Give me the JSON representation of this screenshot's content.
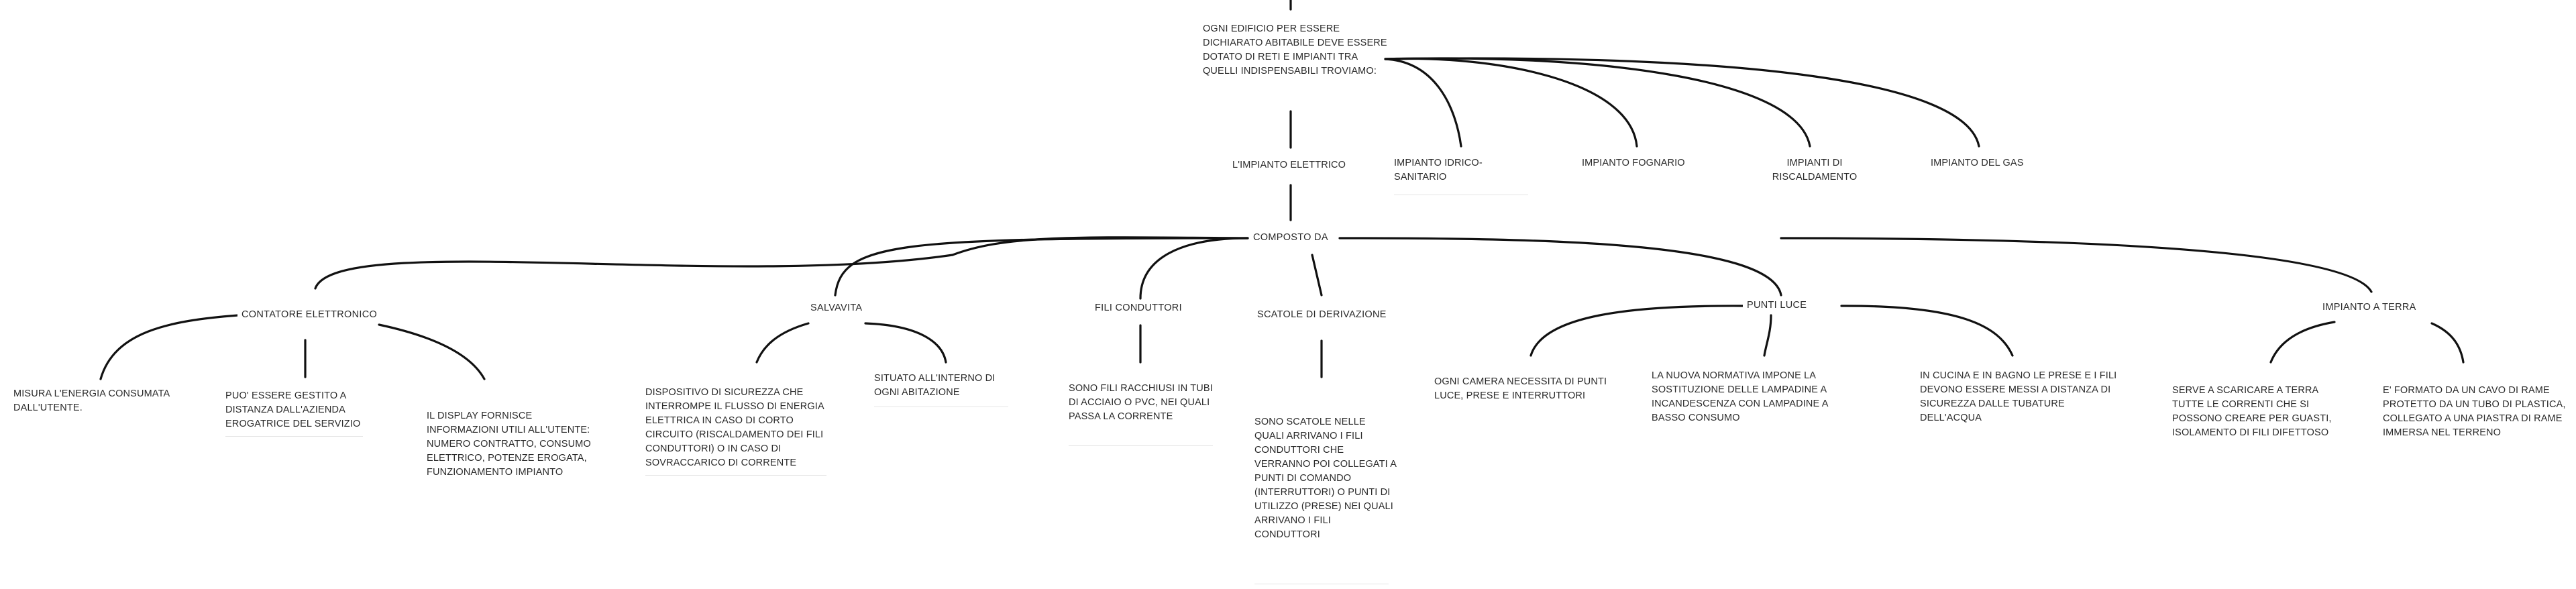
{
  "root": {
    "text": "OGNI EDIFICIO PER ESSERE DICHIARATO ABITABILE DEVE ESSERE DOTATO DI RETI E IMPIANTI TRA QUELLI INDISPENSABILI TROVIAMO:"
  },
  "impianti": {
    "elettrico": "L'IMPIANTO ELETTRICO",
    "idrico": "IMPIANTO IDRICO-SANITARIO",
    "fognario": "IMPIANTO FOGNARIO",
    "riscaldamento": "IMPIANTI DI RISCALDAMENTO",
    "gas": "IMPIANTO DEL GAS"
  },
  "composto": "COMPOSTO DA",
  "componenti": {
    "contatore": {
      "label": "CONTATORE ELETTRONICO",
      "details": [
        "MISURA L'ENERGIA CONSUMATA DALL'UTENTE.",
        "PUO' ESSERE GESTITO A DISTANZA DALL'AZIENDA EROGATRICE DEL SERVIZIO",
        "IL DISPLAY FORNISCE INFORMAZIONI UTILI ALL'UTENTE: NUMERO CONTRATTO, CONSUMO ELETTRICO, POTENZE EROGATA, FUNZIONAMENTO IMPIANTO"
      ]
    },
    "salvavita": {
      "label": "SALVAVITA",
      "details": [
        "DISPOSITIVO DI SICUREZZA CHE INTERROMPE IL FLUSSO DI ENERGIA ELETTRICA IN CASO DI CORTO CIRCUITO (RISCALDAMENTO DEI FILI CONDUTTORI) O IN CASO DI SOVRACCARICO DI CORRENTE",
        "SITUATO ALL'INTERNO DI OGNI ABITAZIONE"
      ]
    },
    "fili": {
      "label": "FILI CONDUTTORI",
      "details": [
        "SONO FILI RACCHIUSI IN TUBI DI ACCIAIO O PVC, NEI QUALI PASSA LA CORRENTE"
      ]
    },
    "scatole": {
      "label": "SCATOLE DI DERIVAZIONE",
      "details": [
        "SONO SCATOLE NELLE QUALI ARRIVANO I FILI CONDUTTORI CHE VERRANNO POI COLLEGATI A PUNTI DI COMANDO (INTERRUTTORI) O PUNTI DI UTILIZZO (PRESE) NEI QUALI ARRIVANO I FILI CONDUTTORI"
      ]
    },
    "punti_luce": {
      "label": "PUNTI LUCE",
      "details": [
        "OGNI CAMERA NECESSITA DI PUNTI LUCE, PRESE E INTERRUTTORI",
        "LA NUOVA NORMATIVA IMPONE LA SOSTITUZIONE DELLE LAMPADINE A INCANDESCENZA CON LAMPADINE A BASSO CONSUMO",
        "IN CUCINA E IN BAGNO LE PRESE E I FILI DEVONO ESSERE MESSI A DISTANZA DI SICUREZZA DALLE TUBATURE DELL'ACQUA"
      ]
    },
    "terra": {
      "label": "IMPIANTO A TERRA",
      "details": [
        "SERVE A SCARICARE A TERRA TUTTE LE CORRENTI CHE SI POSSONO CREARE PER GUASTI, ISOLAMENTO DI FILI DIFETTOSO",
        "E' FORMATO DA UN CAVO DI RAME PROTETTO DA UN TUBO DI PLASTICA, COLLEGATO A UNA PIASTRA DI RAME IMMERSA NEL TERRENO"
      ]
    }
  }
}
